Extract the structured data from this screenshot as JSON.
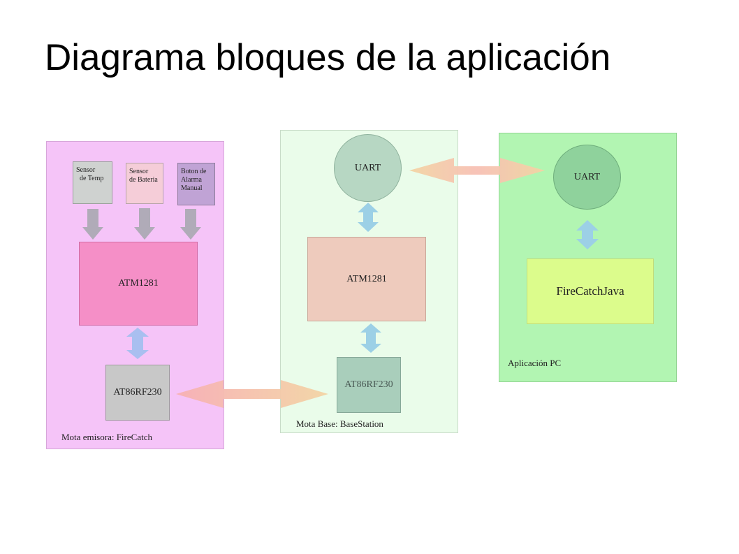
{
  "title": "Diagrama bloques de la aplicación",
  "colors": {
    "panel_firecatch": "#f5c4f8",
    "panel_basestation": "#eafcea",
    "panel_pc": "#b2f5b2",
    "arrow_vertical": "#a9bff0",
    "arrow_vertical_green": "#9cd0e6",
    "arrow_horizontal_a": "#f7b0b4",
    "arrow_horizontal_b": "#f3d4a4",
    "arrow_down_grey": "#a8a8b0"
  },
  "panels": {
    "firecatch": {
      "label": "Mota emisora: FireCatch",
      "sensor_temp": "Sensor\n  de Temp",
      "sensor_bateria": "Sensor\nde Bateria",
      "boton_alarma": "Boton de\nAlarma\nManual",
      "mcu": "ATM1281",
      "radio": "AT86RF230"
    },
    "basestation": {
      "label": "Mota Base: BaseStation",
      "uart": "UART",
      "mcu": "ATM1281",
      "radio": "AT86RF230"
    },
    "pc": {
      "label": "Aplicación PC",
      "uart": "UART",
      "app": "FireCatchJava"
    }
  }
}
